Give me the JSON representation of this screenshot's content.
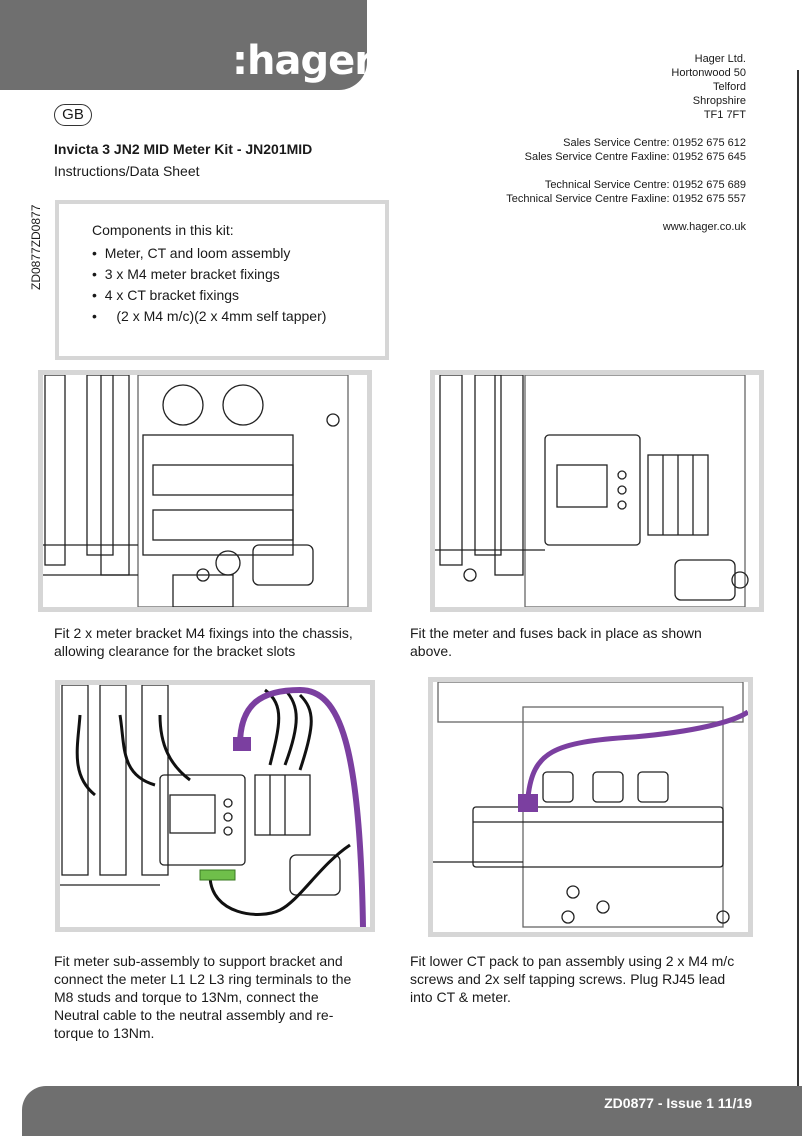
{
  "header": {
    "logo_text": ":hager",
    "country_badge": "GB",
    "title": "Invicta 3 JN2 MID Meter Kit - JN201MID",
    "subtitle": "Instructions/Data Sheet",
    "vertical_code": "ZD0877ZD0877"
  },
  "contact": {
    "address": [
      "Hager Ltd.",
      "Hortonwood 50",
      "Telford",
      "Shropshire",
      "TF1 7FT"
    ],
    "sales_phone": "Sales Service Centre: 01952 675 612",
    "sales_fax": "Sales Service Centre Faxline: 01952 675 645",
    "tech_phone": "Technical Service Centre: 01952 675 689",
    "tech_fax": "Technical Service Centre Faxline: 01952 675 557",
    "website": "www.hager.co.uk"
  },
  "components": {
    "heading": "Components in this kit:",
    "items": [
      "Meter, CT and loom assembly",
      "3 x M4 meter bracket fixings",
      "4 x CT bracket fixings",
      "(2 x M4 m/c)(2 x 4mm self tapper)"
    ]
  },
  "steps": [
    {
      "caption": "Fit 2 x meter bracket M4 fixings into the chassis, allowing clearance for the bracket slots"
    },
    {
      "caption": "Fit the meter and fuses back in place as shown above."
    },
    {
      "caption": "Fit meter sub-assembly to support bracket and connect the meter L1 L2 L3 ring terminals to the M8 studs and torque to 13Nm, connect the Neutral cable to the neutral assembly and re-torque to 13Nm."
    },
    {
      "caption": "Fit lower CT pack to pan assembly using 2 x M4 m/c screws and 2x self tapping screws. Plug RJ45 lead into CT & meter."
    }
  ],
  "footer": {
    "issue": "ZD0877 - Issue 1 11/19"
  },
  "colors": {
    "brand_grey": "#6f6f6f",
    "frame_grey": "#d6d6d6",
    "cable_purple": "#7b3fa0",
    "label_green": "#6fbf4a"
  }
}
